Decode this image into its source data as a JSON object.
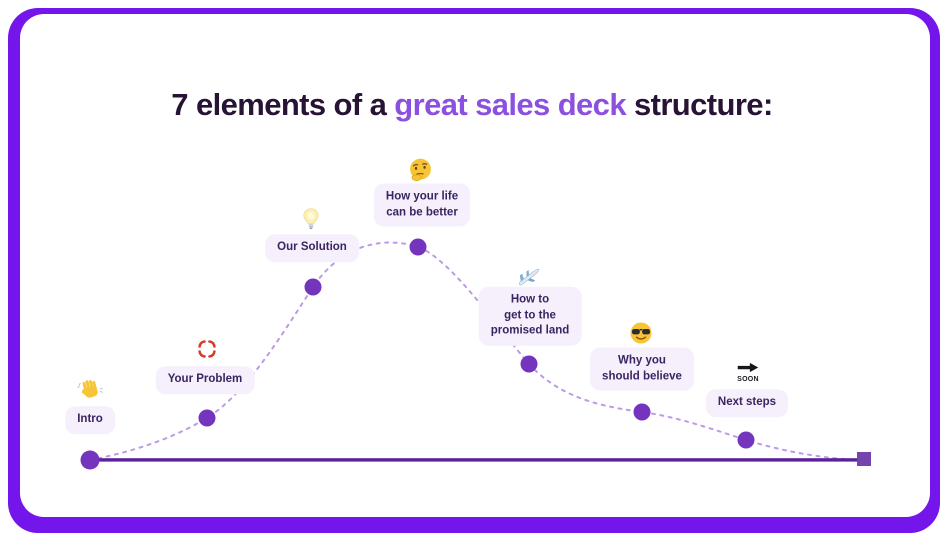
{
  "title": {
    "prefix": "7 elements of a ",
    "highlight": "great sales deck",
    "suffix": " structure:"
  },
  "colors": {
    "frame": "#7415EC",
    "card": "#FFFFFF",
    "title_text": "#261336",
    "title_highlight": "#8B50DF",
    "dot": "#7434BE",
    "curve": "#BD9AE8",
    "baseline": "#5A219B",
    "end_square": "#7343AE",
    "pill_bg": "#F5F0FB",
    "pill_text": "#3A2462"
  },
  "steps": [
    {
      "label": "Intro",
      "icon": "waving-hand"
    },
    {
      "label": "Your Problem",
      "icon": "anger-symbol"
    },
    {
      "label": "Our Solution",
      "icon": "light-bulb"
    },
    {
      "label": "How your life\ncan be better",
      "icon": "thinking-face"
    },
    {
      "label": "How to\nget to the\npromised land",
      "icon": "airplane"
    },
    {
      "label": "Why you\nshould believe",
      "icon": "sunglasses-face"
    },
    {
      "label": "Next steps",
      "icon": "soon-arrow"
    }
  ],
  "icons": {
    "soon_text": "SOON"
  }
}
